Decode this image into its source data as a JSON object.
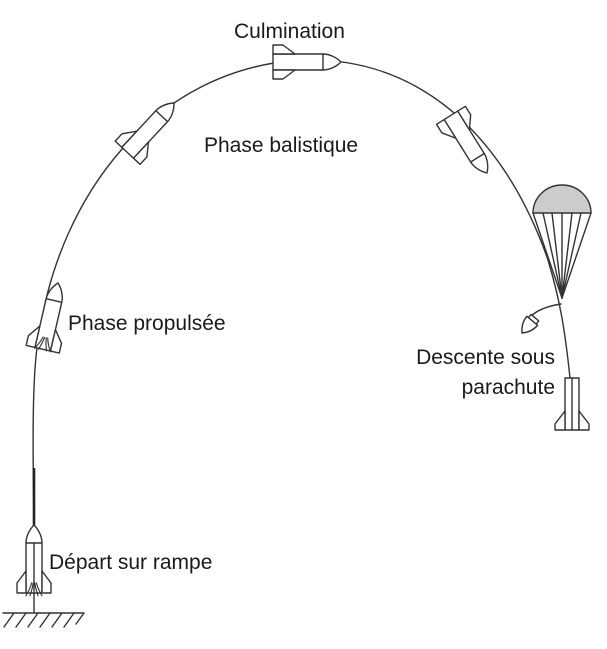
{
  "diagram": {
    "title": "Trajectoire d'une fusée",
    "labels": {
      "culmination": "Culmination",
      "ballistic_phase": "Phase balistique",
      "powered_phase": "Phase propulsée",
      "launch": "Départ sur rampe",
      "descent_line1": "Descente sous",
      "descent_line2": "parachute"
    },
    "colors": {
      "line": "#333333",
      "canopy_fill": "#cccccc",
      "text": "#1a1a1a",
      "background": "#ffffff"
    },
    "elements": [
      "trajectory-arc",
      "launch-rail",
      "ground-hatch",
      "rocket-on-launchpad",
      "rocket-powered",
      "rocket-ascending",
      "rocket-at-apogee",
      "rocket-descending",
      "parachute",
      "ejected-nosecone",
      "landed-rocket"
    ]
  }
}
